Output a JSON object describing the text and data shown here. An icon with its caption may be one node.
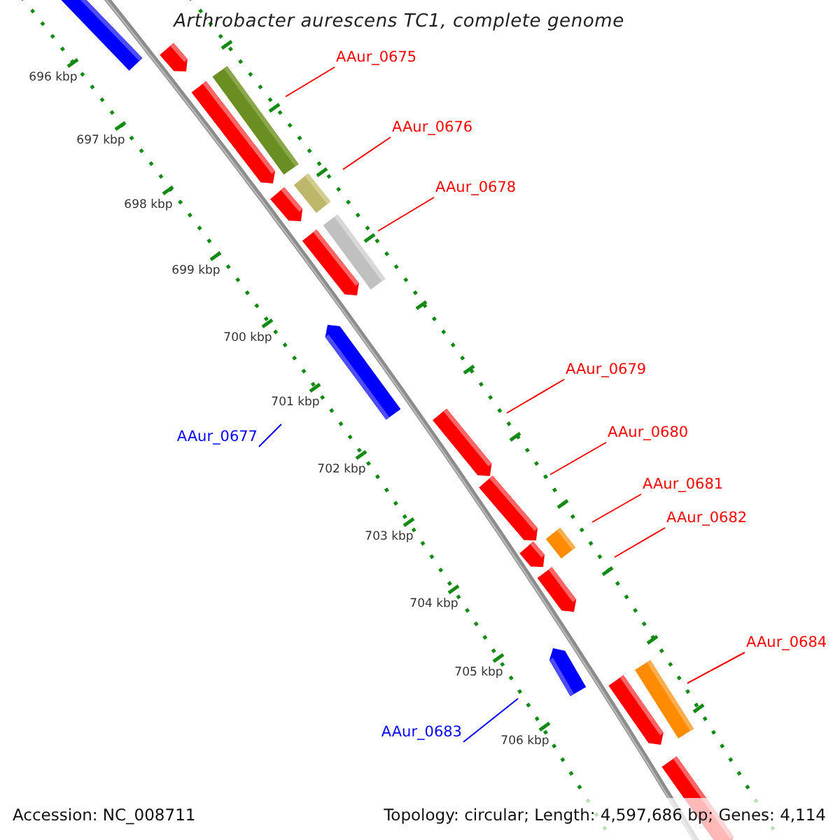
{
  "diagram": {
    "title": "Arthrobacter aurescens TC1, complete genome",
    "nodes": [
      {
        "text": [
          "AAur_0675"
        ]
      },
      {
        "text": [
          "AAur_0676"
        ]
      },
      {
        "text": [
          "AAur_0678"
        ]
      },
      {
        "text": [
          "AAur_0677"
        ]
      },
      {
        "text": [
          "AAur_0679"
        ]
      },
      {
        "text": [
          "AAur_0680"
        ]
      },
      {
        "text": [
          "AAur_0681"
        ]
      },
      {
        "text": [
          "AAur_0682"
        ]
      },
      {
        "text": [
          "AAur_0684"
        ]
      },
      {
        "text": [
          "AAur_0683"
        ]
      }
    ],
    "edges": [
      {
        "from": 0,
        "to": null,
        "arrow": "none"
      },
      {
        "from": 1,
        "to": null,
        "arrow": "none"
      },
      {
        "from": 2,
        "to": null,
        "arrow": "none"
      },
      {
        "from": 3,
        "to": null,
        "arrow": "none",
        "color": "#0000ff"
      },
      {
        "from": 4,
        "to": null,
        "arrow": "none"
      },
      {
        "from": 5,
        "to": null,
        "arrow": "none"
      },
      {
        "from": 6,
        "to": null,
        "arrow": "none"
      },
      {
        "from": 7,
        "to": null,
        "arrow": "none"
      },
      {
        "from": 8,
        "to": null,
        "arrow": "none"
      },
      {
        "from": 9,
        "to": null,
        "arrow": "none",
        "color": "#0000ff"
      }
    ],
    "labels": [
      "696 kbp",
      "697 kbp",
      "698 kbp",
      "699 kbp",
      "700 kbp",
      "701 kbp",
      "702 kbp",
      "703 kbp",
      "704 kbp",
      "705 kbp",
      "706 kbp",
      "Accession: NC_008711",
      "Topology: circular; Length: 4,597,686 bp; Genes: 4,114"
    ]
  }
}
